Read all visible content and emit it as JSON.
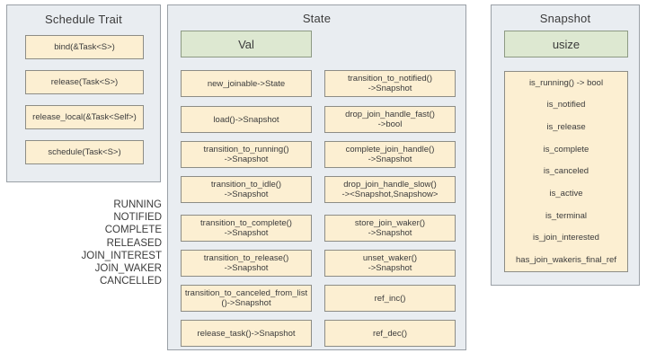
{
  "diagram": {
    "panels": {
      "schedule_trait": {
        "title": "Schedule Trait",
        "methods": [
          "bind(&Task<S>)",
          "release(Task<S>)",
          "release_local(&Task<Self>)",
          "schedule(Task<S>)"
        ]
      },
      "state": {
        "title": "State",
        "type_box": "Val",
        "left_column": [
          "new_joinable->State",
          "load()->Snapshot",
          "transition_to_running()\n->Snapshot",
          "transition_to_idle()\n->Snapshot",
          "transition_to_complete()\n->Snapshot",
          "transition_to_release()\n->Snapshot",
          "transition_to_canceled_from_list()->Snapshot",
          "release_task()->Snapshot"
        ],
        "right_column": [
          "transition_to_notified()\n->Snapshot",
          "drop_join_handle_fast()\n->bool",
          "complete_join_handle()\n->Snapshot",
          "drop_join_handle_slow()\n-><Snapshot,Snapshow>",
          "store_join_waker()\n->Snapshot",
          "unset_waker()\n->Snapshot",
          "ref_inc()",
          "ref_dec()"
        ]
      },
      "snapshot": {
        "title": "Snapshot",
        "type_box": "usize",
        "predicates": [
          "is_running() -> bool",
          "is_notified",
          "is_release",
          "is_complete",
          "is_canceled",
          "is_active",
          "is_terminal",
          "is_join_interested",
          "has_join_wakeris_final_ref"
        ]
      }
    },
    "state_constants": [
      "RUNNING",
      "NOTIFIED",
      "COMPLETE",
      "RELEASED",
      "JOIN_INTEREST",
      "JOIN_WAKER",
      "CANCELLED"
    ],
    "colors": {
      "panel_background": "#e9edf1",
      "panel_border": "#9aa0a6",
      "method_box_fill": "#fcefd2",
      "method_box_border": "#8d8d86",
      "type_box_fill": "#dde8d1",
      "type_box_border": "#8d9a84",
      "text": "#3b3b3b",
      "page_background": "#ffffff"
    }
  }
}
